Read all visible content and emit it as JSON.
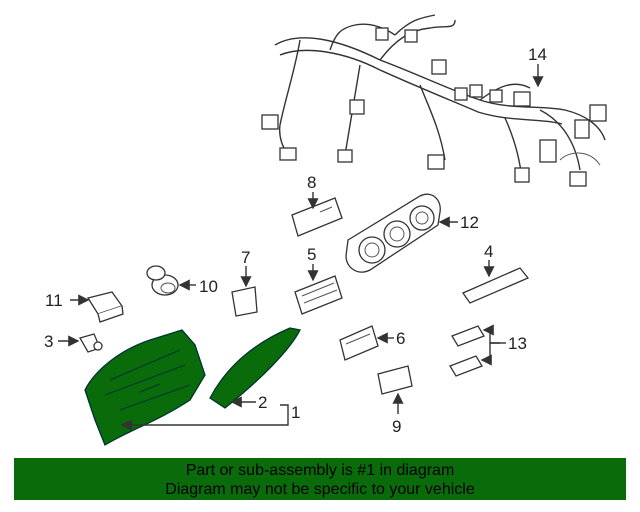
{
  "callouts": {
    "c1": "1",
    "c2": "2",
    "c3": "3",
    "c4": "4",
    "c5": "5",
    "c6": "6",
    "c7": "7",
    "c8": "8",
    "c9": "9",
    "c10": "10",
    "c11": "11",
    "c12": "12",
    "c13": "13",
    "c14": "14"
  },
  "banner": {
    "line1": "Part or sub-assembly is #1 in diagram",
    "line2": "Diagram may not be specific to your vehicle"
  },
  "colors": {
    "highlight": "#0a6b0a",
    "line": "#333333"
  }
}
